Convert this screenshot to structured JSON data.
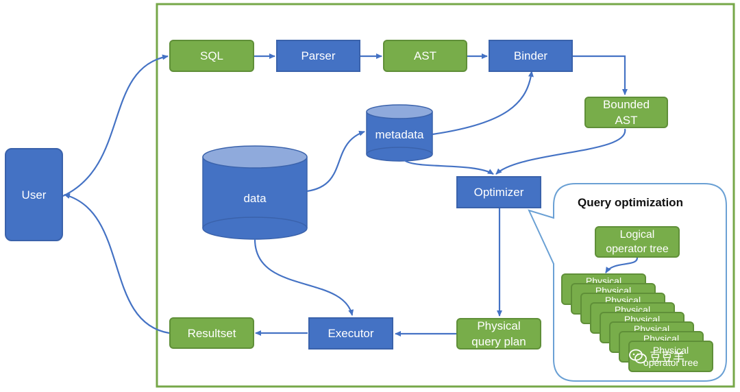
{
  "nodes": {
    "sql": "SQL",
    "parser": "Parser",
    "ast": "AST",
    "binder": "Binder",
    "bounded_ast_line1": "Bounded",
    "bounded_ast_line2": "AST",
    "metadata": "metadata",
    "data": "data",
    "optimizer": "Optimizer",
    "user": "User",
    "resultset": "Resultset",
    "executor": "Executor",
    "physical_plan_line1": "Physical",
    "physical_plan_line2": "query plan"
  },
  "query_optimization": {
    "title": "Query optimization",
    "logical_line1": "Logical",
    "logical_line2": "operator tree",
    "physical_label": "Physical",
    "physical_bottom": "operator tree"
  },
  "watermark": "豆豆羊",
  "colors": {
    "green": "#78ad4a",
    "blue": "#4472c4",
    "frame": "#76a748",
    "arrow": "#4472c4",
    "callout": "#6aa0d4"
  }
}
